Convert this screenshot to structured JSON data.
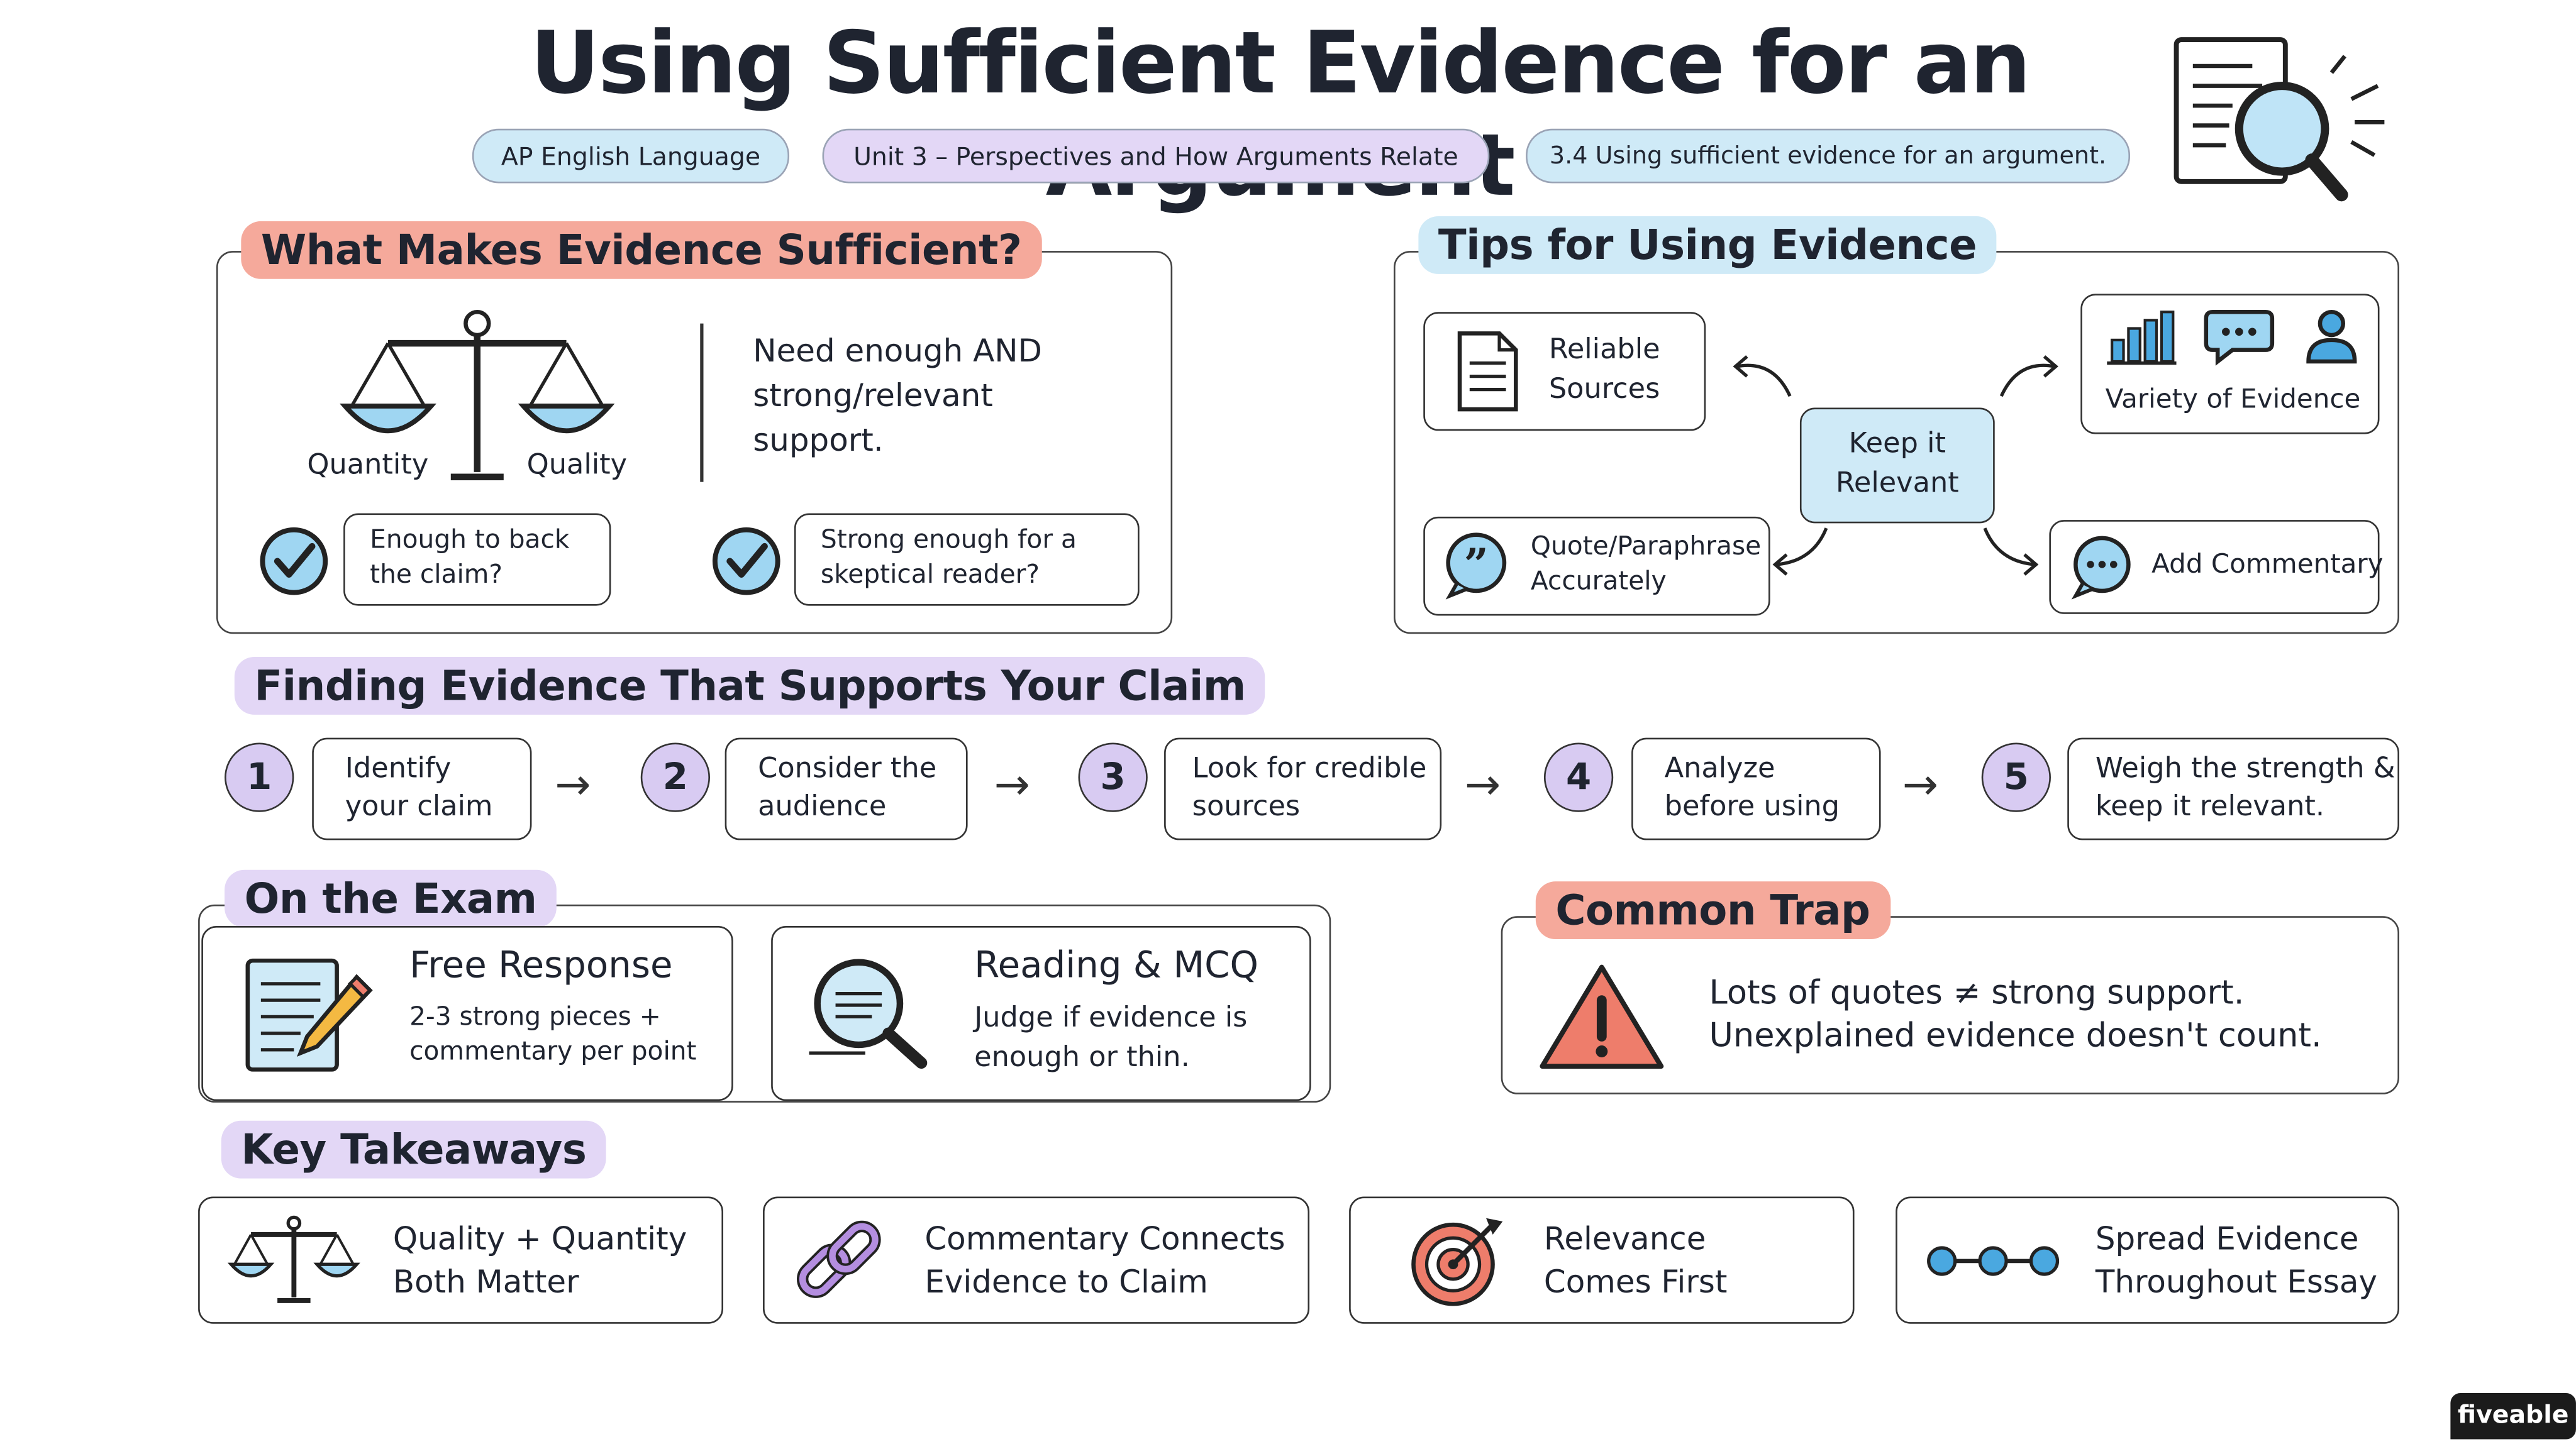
{
  "header": {
    "title": "Using Sufficient Evidence for an Argument",
    "pills": [
      "AP English Language",
      "Unit 3 – Perspectives and How Arguments Relate",
      "3.4 Using sufficient evidence for an argument."
    ],
    "icon": "document-magnifier-icon"
  },
  "sufficient": {
    "heading": "What Makes Evidence Sufficient?",
    "scale_left": "Quantity",
    "scale_right": "Quality",
    "summary": "Need enough AND strong/relevant support.",
    "check1": "Enough to back the claim?",
    "check2": "Strong enough for a skeptical reader?"
  },
  "tips": {
    "heading": "Tips for Using Evidence",
    "center": "Keep it Relevant",
    "reliable": "Reliable Sources",
    "variety": "Variety of Evidence",
    "quote": "Quote/Paraphrase Accurately",
    "commentary": "Add Commentary"
  },
  "finding": {
    "heading": "Finding Evidence That Supports Your Claim",
    "steps": [
      {
        "num": "1",
        "text": "Identify your claim"
      },
      {
        "num": "2",
        "text": "Consider the audience"
      },
      {
        "num": "3",
        "text": "Look for credible sources"
      },
      {
        "num": "4",
        "text": "Analyze before using"
      },
      {
        "num": "5",
        "text": "Weigh the strength & keep it relevant."
      }
    ]
  },
  "exam": {
    "heading": "On the Exam",
    "frq_title": "Free Response",
    "frq_text": "2-3 strong pieces + commentary per point",
    "mcq_title": "Reading & MCQ",
    "mcq_text": "Judge if evidence is enough or thin."
  },
  "trap": {
    "heading": "Common Trap",
    "line1": "Lots of quotes ≠ strong support.",
    "line2": "Unexplained evidence doesn't count."
  },
  "takeaways": {
    "heading": "Key Takeaways",
    "items": [
      "Quality + Quantity Both Matter",
      "Commentary Connects Evidence to Claim",
      "Relevance Comes First",
      "Spread Evidence Throughout Essay"
    ]
  },
  "brand": "fiveable",
  "colors": {
    "salmon": "#f5a99b",
    "light_blue": "#cfeaf7",
    "lavender": "#e3d7f6",
    "accent_blue": "#7cc8ea",
    "purple": "#b48ee0",
    "trap_red": "#ee7d6b"
  }
}
